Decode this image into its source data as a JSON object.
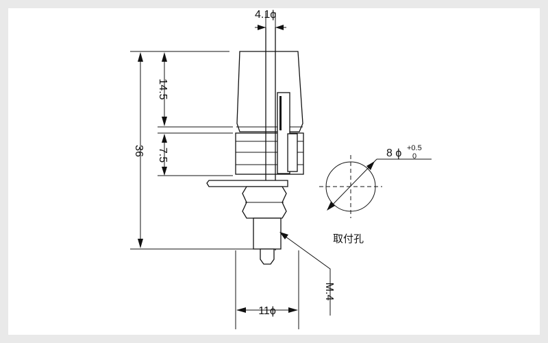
{
  "dimensions": {
    "pin_diameter": "4.1ϕ",
    "cap_height": "14.5",
    "collar_height": "7.5",
    "total_height": "36",
    "body_diameter": "11ϕ",
    "thread": "M.4"
  },
  "mounting_hole": {
    "diameter_label": "8 ϕ",
    "tol_upper": "+0.5",
    "tol_lower": "0",
    "caption": "取付孔"
  }
}
